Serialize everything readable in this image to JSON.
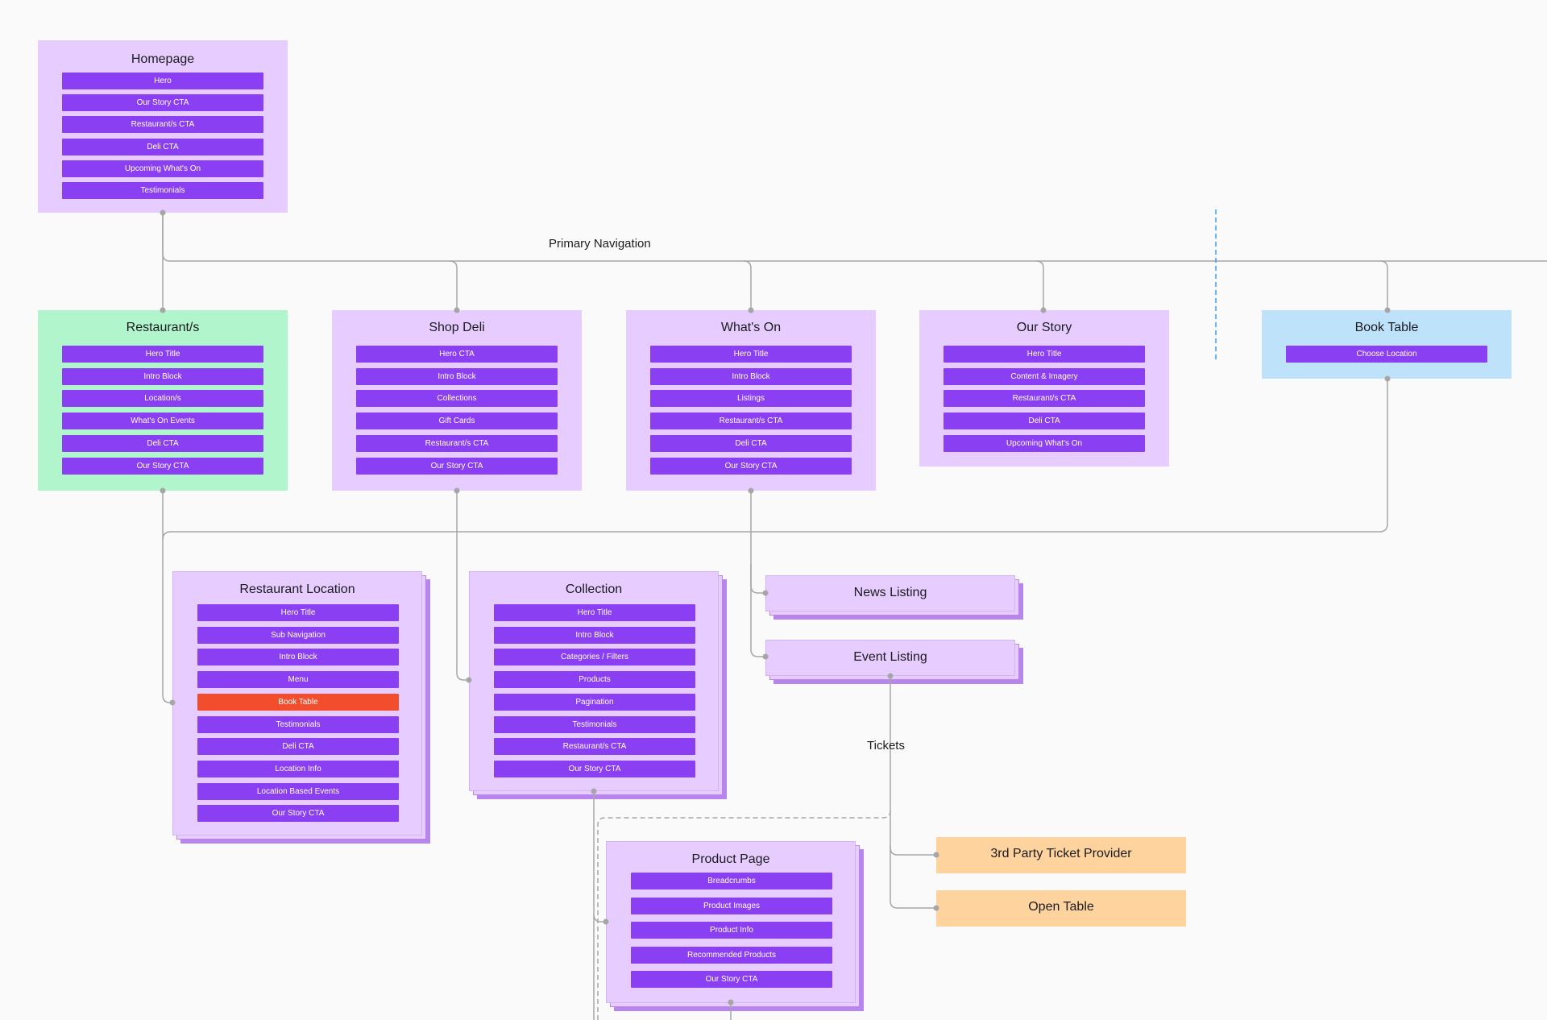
{
  "labels": {
    "primary_navigation": "Primary Navigation",
    "tickets": "Tickets"
  },
  "colors": {
    "page": "#lightgray",
    "page_node": "#e6ccff",
    "section_pill": "#8a3ff2",
    "restaurants_node": "#b1f5cc",
    "book_table_node": "#bfe2fb",
    "external_node": "#fed39e",
    "highlight_pill": "#f24d2d",
    "stack_layer": "#b885ec",
    "connector": "#a6a6a6",
    "divider": "#3a9be8"
  },
  "nodes": [
    {
      "id": "homepage",
      "title": "Homepage",
      "kind": "page",
      "items": [
        "Hero",
        "Our Story CTA",
        "Restaurant/s CTA",
        "Deli CTA",
        "Upcoming What's On",
        "Testimonials"
      ]
    },
    {
      "id": "restaurants",
      "title": "Restaurant/s",
      "kind": "restaurants",
      "items": [
        "Hero Title",
        "Intro Block",
        "Location/s",
        "What's On Events",
        "Deli CTA",
        "Our Story CTA"
      ]
    },
    {
      "id": "shop-deli",
      "title": "Shop Deli",
      "kind": "page",
      "items": [
        "Hero CTA",
        "Intro Block",
        "Collections",
        "Gift Cards",
        "Restaurant/s CTA",
        "Our Story CTA"
      ]
    },
    {
      "id": "whats-on",
      "title": "What's On",
      "kind": "page",
      "items": [
        "Hero Title",
        "Intro Block",
        "Listings",
        "Restaurant/s CTA",
        "Deli CTA",
        "Our Story CTA"
      ]
    },
    {
      "id": "our-story",
      "title": "Our Story",
      "kind": "page",
      "items": [
        "Hero Title",
        "Content & Imagery",
        "Restaurant/s CTA",
        "Deli CTA",
        "Upcoming What's On"
      ]
    },
    {
      "id": "book-table",
      "title": "Book Table",
      "kind": "book",
      "items": [
        "Choose Location"
      ]
    },
    {
      "id": "restaurant-location",
      "title": "Restaurant Location",
      "kind": "template",
      "items": [
        "Hero Title",
        "Sub Navigation",
        "Intro Block",
        "Menu",
        "Book Table",
        "Testimonials",
        "Deli CTA",
        "Location Info",
        "Location Based Events",
        "Our Story CTA"
      ],
      "highlight": [
        "Book Table"
      ]
    },
    {
      "id": "collection",
      "title": "Collection",
      "kind": "template",
      "items": [
        "Hero Title",
        "Intro Block",
        "Categories / Filters",
        "Products",
        "Pagination",
        "Testimonials",
        "Restaurant/s CTA",
        "Our Story CTA"
      ]
    },
    {
      "id": "news-listing",
      "title": "News Listing",
      "kind": "template",
      "items": []
    },
    {
      "id": "event-listing",
      "title": "Event Listing",
      "kind": "template",
      "items": []
    },
    {
      "id": "product-page",
      "title": "Product Page",
      "kind": "template",
      "items": [
        "Breadcrumbs",
        "Product Images",
        "Product Info",
        "Recommended Products",
        "Our Story CTA"
      ]
    },
    {
      "id": "third-party-ticket",
      "title": "3rd Party Ticket Provider",
      "kind": "external",
      "items": []
    },
    {
      "id": "open-table",
      "title": "Open Table",
      "kind": "external",
      "items": []
    }
  ]
}
